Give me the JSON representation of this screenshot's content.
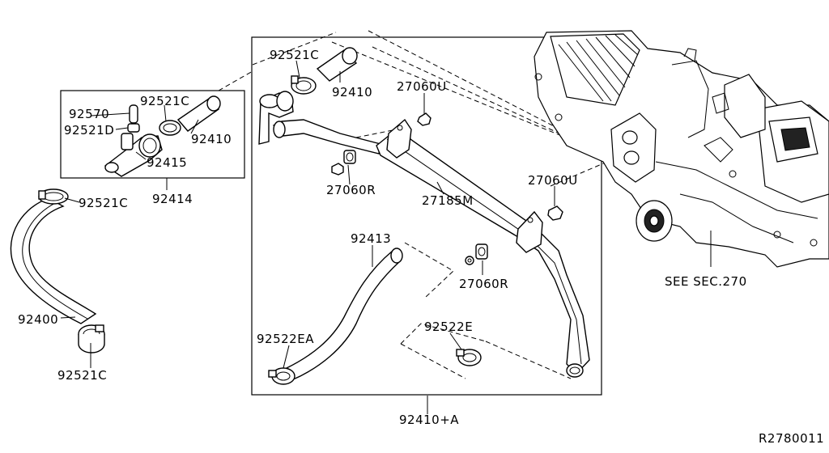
{
  "labels": {
    "p92521c_top": "92521C",
    "p92410_top": "92410",
    "p27060u_top": "27060U",
    "p92570": "92570",
    "p92521c_box": "92521C",
    "p92521d": "92521D",
    "p92410_box": "92410",
    "p92415": "92415",
    "p92414": "92414",
    "p92521c_left": "92521C",
    "p27060r_top": "27060R",
    "p27185m": "27185M",
    "p27060u_right": "27060U",
    "p92413": "92413",
    "p27060r_mid": "27060R",
    "p92400": "92400",
    "p92522ea": "92522EA",
    "p92522e": "92522E",
    "p92521c_bottom": "92521C",
    "p92410a": "92410+A",
    "see_sec": "SEE SEC.270",
    "ref_code": "R2780011"
  }
}
